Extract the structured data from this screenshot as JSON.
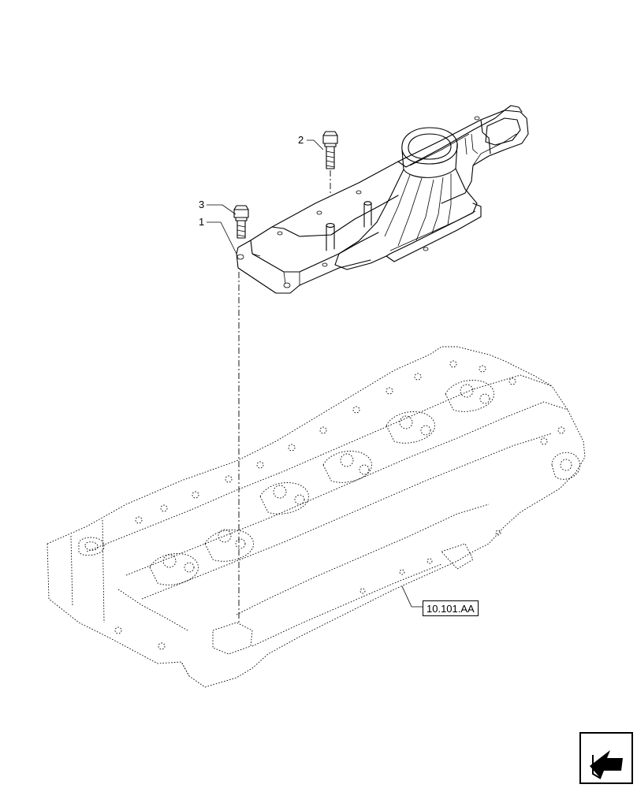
{
  "callouts": {
    "item1": "1",
    "item2": "2",
    "item3": "3"
  },
  "reference": "10.101.AA",
  "nav_icon": "arrow-page-icon"
}
